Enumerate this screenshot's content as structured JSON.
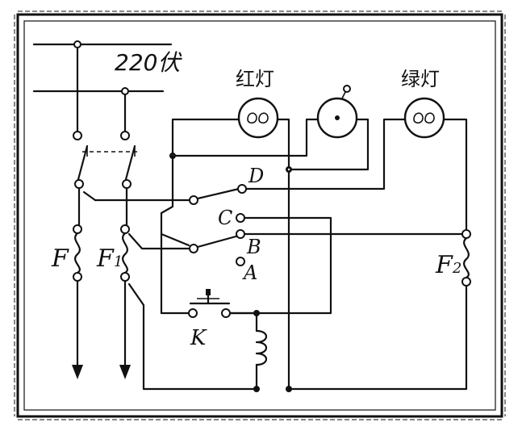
{
  "voltage_label": "220伏",
  "red_lamp_label": "红灯",
  "green_lamp_label": "绿灯",
  "fuse_labels": {
    "f": "F",
    "f1_main": "F",
    "f1_sub": "1",
    "f2_main": "F",
    "f2_sub": "2"
  },
  "switch_labels": {
    "d": "D",
    "c": "C",
    "b": "B",
    "a": "A",
    "k": "K"
  }
}
